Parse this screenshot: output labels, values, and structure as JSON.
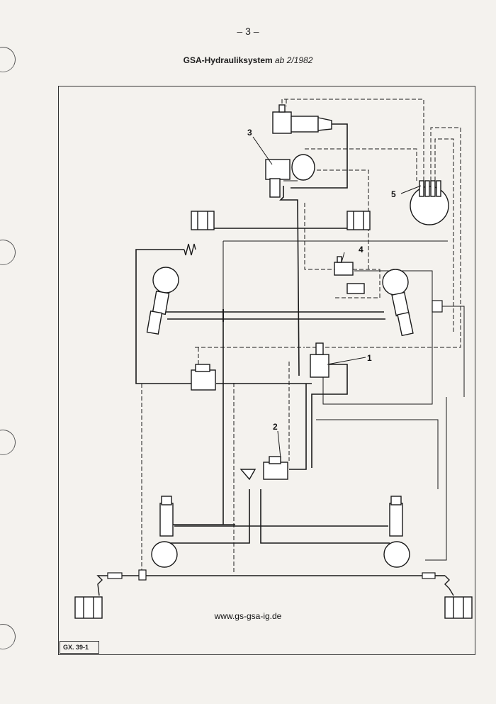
{
  "header": {
    "page_number": "– 3 –",
    "title_main": "GSA-Hydrauliksystem",
    "title_suffix": "ab 2/1982"
  },
  "diagram": {
    "component_labels": [
      "1",
      "2",
      "3",
      "4",
      "5"
    ],
    "url": "www.gs-gsa-ig.de",
    "document_code": "GX. 39-1"
  },
  "colors": {
    "line": "#1a1a1a",
    "paper": "#f4f2ee",
    "frame": "#333333"
  }
}
